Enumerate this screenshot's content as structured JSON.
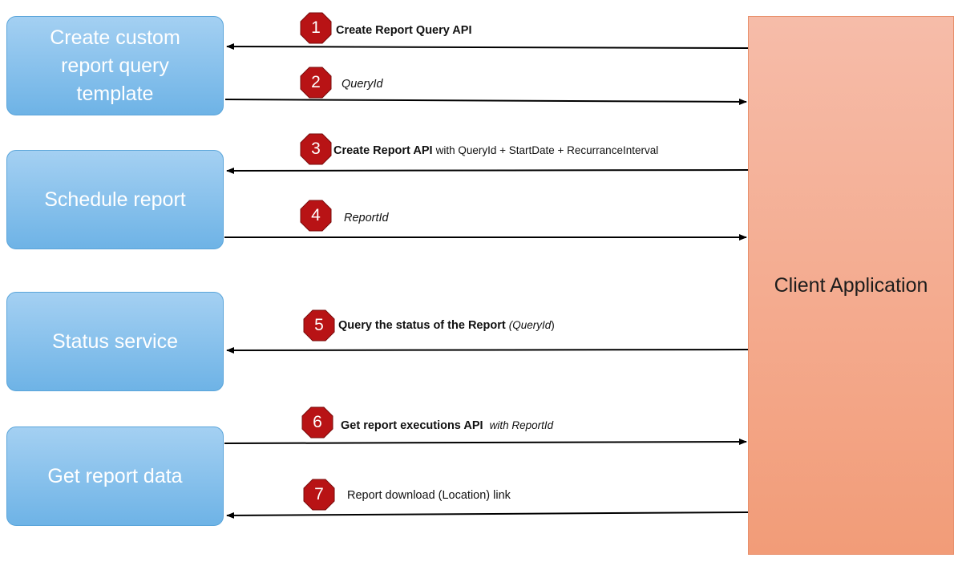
{
  "services": [
    {
      "label": "Create custom report query template"
    },
    {
      "label": "Schedule report"
    },
    {
      "label": "Status service"
    },
    {
      "label": "Get report data"
    }
  ],
  "client": {
    "label": "Client Application"
  },
  "colors": {
    "service_fill": "#89c2ee",
    "service_border": "#5aa5da",
    "client_fill": "#f4ad90",
    "badge_fill": "#b81315",
    "arrow": "#000000"
  },
  "steps": [
    {
      "number": "1",
      "direction": "to-service",
      "text": [
        "Create Report Query API"
      ]
    },
    {
      "number": "2",
      "direction": "to-client",
      "text": [
        "QueryId"
      ]
    },
    {
      "number": "3",
      "direction": "to-service",
      "text": [
        "Create Report API",
        "with QueryId + StartDate + RecurranceInterval"
      ]
    },
    {
      "number": "4",
      "direction": "to-client",
      "text": [
        "ReportId"
      ]
    },
    {
      "number": "5",
      "direction": "to-service",
      "text": [
        "Query the status of the Report",
        "(QueryId",
        ")"
      ]
    },
    {
      "number": "6",
      "direction": "to-client",
      "text": [
        "Get report executions API",
        "with ReportId"
      ]
    },
    {
      "number": "7",
      "direction": "to-service",
      "text": [
        "Report download (Location) link"
      ]
    }
  ]
}
